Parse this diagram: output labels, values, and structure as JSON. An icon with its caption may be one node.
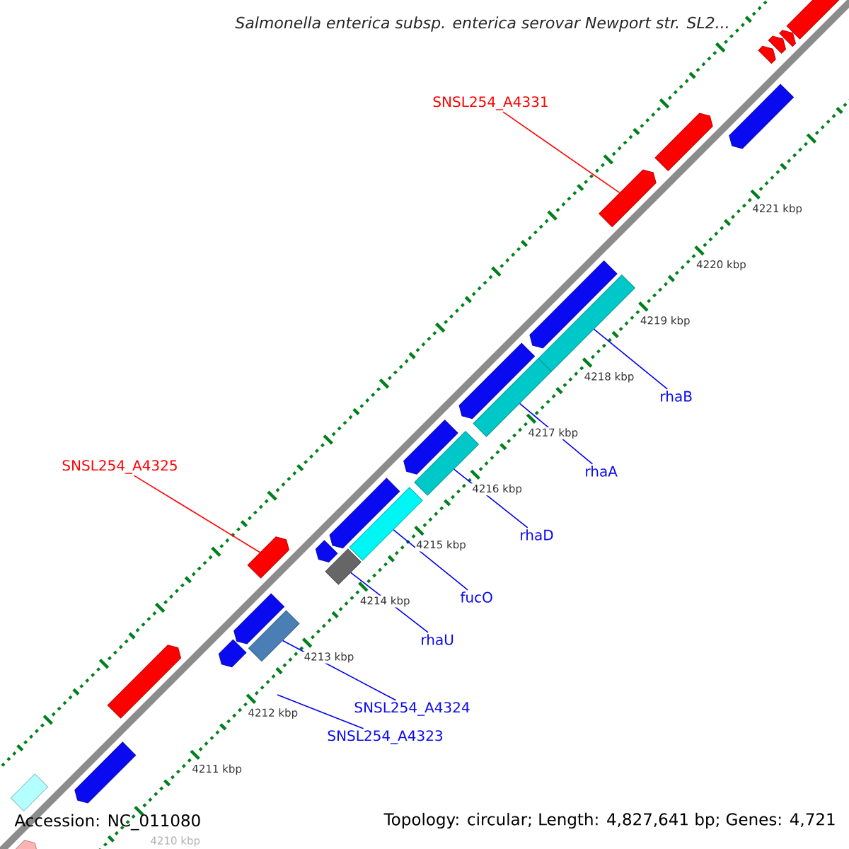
{
  "diagram": {
    "title": "Salmonella enterica subsp. enterica serovar Newport str. SL2...",
    "nodes": [
      {
        "text": [
          "SNSL254_A4331"
        ]
      },
      {
        "text": [
          "rhaB"
        ]
      },
      {
        "text": [
          "SNSL254_A4325"
        ]
      },
      {
        "text": [
          "rhaA"
        ]
      },
      {
        "text": [
          "rhaD"
        ]
      },
      {
        "text": [
          "fucO"
        ]
      },
      {
        "text": [
          "rhaU"
        ]
      },
      {
        "text": [
          "SNSL254_A4324"
        ]
      },
      {
        "text": [
          "SNSL254_A4323"
        ]
      },
      {
        "text": [],
        "shape": "arrow"
      },
      {
        "text": [],
        "shape": "arrow"
      },
      {
        "text": [],
        "shape": "arrow"
      },
      {
        "text": [],
        "shape": "arrow"
      },
      {
        "text": [],
        "shape": "arrow"
      },
      {
        "text": [],
        "shape": "arrow"
      },
      {
        "text": [],
        "shape": "arrow"
      },
      {
        "text": [],
        "shape": "arrow"
      },
      {
        "text": [],
        "shape": "bar"
      },
      {
        "text": [],
        "shape": "arrow"
      },
      {
        "text": [],
        "shape": "bar"
      },
      {
        "text": [],
        "shape": "arrow"
      },
      {
        "text": [],
        "shape": "bar"
      },
      {
        "text": [],
        "shape": "arrow"
      },
      {
        "text": [],
        "shape": "bar"
      },
      {
        "text": [],
        "shape": "arrow"
      },
      {
        "text": [],
        "shape": "arrow"
      },
      {
        "text": [],
        "shape": "bar"
      },
      {
        "text": [],
        "shape": "arrow"
      },
      {
        "text": [],
        "shape": "bar"
      },
      {
        "text": [],
        "shape": "arrow"
      },
      {
        "text": [],
        "shape": "arrow"
      },
      {
        "text": [],
        "shape": "arrow"
      },
      {
        "text": [],
        "shape": "bar"
      },
      {
        "text": [],
        "shape": "arrow"
      }
    ],
    "edges": [
      {
        "from": 0,
        "to": 15,
        "arrow": "none",
        "color": "#ff0000"
      },
      {
        "from": 1,
        "to": 17,
        "arrow": "none"
      },
      {
        "from": 2,
        "to": 25,
        "arrow": "none",
        "color": "#ff0000"
      },
      {
        "from": 3,
        "to": 19,
        "arrow": "none"
      },
      {
        "from": 4,
        "to": 21,
        "arrow": "none"
      },
      {
        "from": 5,
        "to": 23,
        "arrow": "none"
      },
      {
        "from": 6,
        "to": 26,
        "arrow": "none"
      },
      {
        "from": 7,
        "to": 28,
        "arrow": "none"
      },
      {
        "from": 8,
        "to": null,
        "arrow": "none"
      }
    ],
    "labels": [
      "4221 kbp",
      "4220 kbp",
      "4219 kbp",
      "4218 kbp",
      "4217 kbp",
      "4216 kbp",
      "4215 kbp",
      "4214 kbp",
      "4213 kbp",
      "4212 kbp",
      "4211 kbp",
      "4210 kbp",
      "Accession: NC_011080",
      "Topology: circular; Length: 4,827,641 bp; Genes: 4,721"
    ]
  }
}
